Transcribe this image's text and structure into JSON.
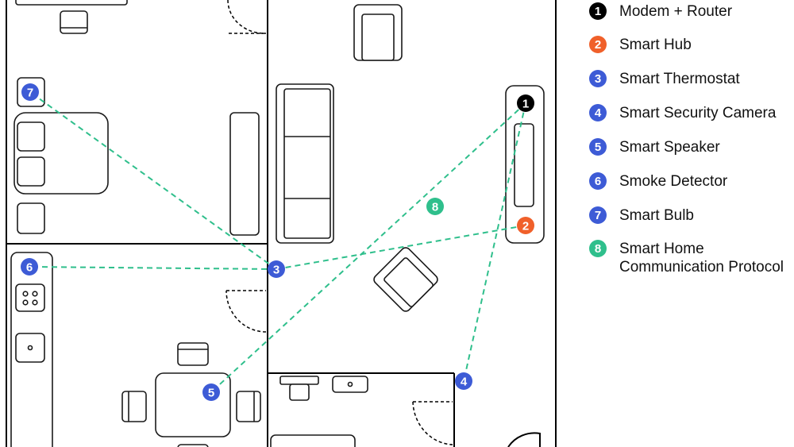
{
  "colors": {
    "walls": "#000000",
    "furniture": "#1a1a1a",
    "connection": "#2fbf8c",
    "black_marker": "#000000",
    "orange_marker": "#f0602a",
    "blue_marker": "#3d5bd6",
    "green_marker": "#2fbf8c"
  },
  "legend": [
    {
      "number": "1",
      "label": "Modem + Router",
      "color": "#000000"
    },
    {
      "number": "2",
      "label": "Smart Hub",
      "color": "#f0602a"
    },
    {
      "number": "3",
      "label": "Smart Thermostat",
      "color": "#3d5bd6"
    },
    {
      "number": "4",
      "label": "Smart Security Camera",
      "color": "#3d5bd6"
    },
    {
      "number": "5",
      "label": "Smart Speaker",
      "color": "#3d5bd6"
    },
    {
      "number": "6",
      "label": "Smoke Detector",
      "color": "#3d5bd6"
    },
    {
      "number": "7",
      "label": "Smart Bulb",
      "color": "#3d5bd6"
    },
    {
      "number": "8",
      "label": "Smart Home Communication Protocol",
      "color": "#2fbf8c"
    }
  ],
  "markers": [
    {
      "number": "1",
      "device": "Modem + Router",
      "color": "#000000"
    },
    {
      "number": "2",
      "device": "Smart Hub",
      "color": "#f0602a"
    },
    {
      "number": "3",
      "device": "Smart Thermostat",
      "color": "#3d5bd6"
    },
    {
      "number": "4",
      "device": "Smart Security Camera",
      "color": "#3d5bd6"
    },
    {
      "number": "5",
      "device": "Smart Speaker",
      "color": "#3d5bd6"
    },
    {
      "number": "6",
      "device": "Smoke Detector",
      "color": "#3d5bd6"
    },
    {
      "number": "7",
      "device": "Smart Bulb",
      "color": "#3d5bd6"
    },
    {
      "number": "8",
      "device": "Smart Home Communication Protocol",
      "color": "#2fbf8c"
    }
  ],
  "connections": [
    {
      "from": "1",
      "to": "5"
    },
    {
      "from": "1",
      "to": "4"
    },
    {
      "from": "2",
      "to": "3"
    },
    {
      "from": "3",
      "to": "6"
    },
    {
      "from": "3",
      "to": "7"
    }
  ]
}
